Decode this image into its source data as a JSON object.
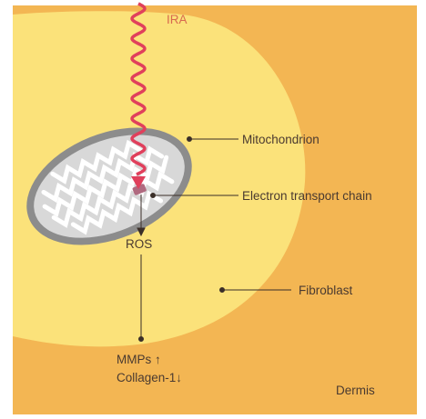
{
  "labels": {
    "radiation": "IRA",
    "mitochondrion": "Mitochondrion",
    "etc": "Electron transport chain",
    "ros": "ROS",
    "fibroblast": "Fibroblast",
    "mmps": "MMPs ↑",
    "collagen": "Collagen-1↓",
    "dermis": "Dermis"
  },
  "colors": {
    "dermis": "#f3b653",
    "fibroblast": "#fbe27a",
    "mitochondrion_outer": "#8c8c8c",
    "mitochondrion_matrix": "#d8d8d8",
    "cristae": "#ffffff",
    "radiation_wave": "#e0405c",
    "radiation_label": "#d8694f",
    "electron_transport_chain": "#b06a80",
    "leader_lines": "#3a2e28"
  }
}
